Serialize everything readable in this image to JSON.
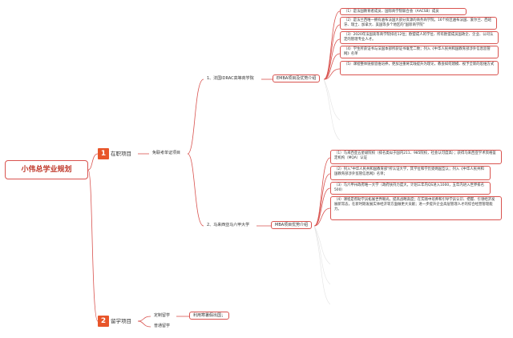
{
  "root": "小伟总学业规划",
  "categories": [
    {
      "num": "1",
      "label": "在职项目"
    },
    {
      "num": "2",
      "label": "留学项目"
    }
  ],
  "cat1_child": "免联考单证项目",
  "schools": [
    {
      "name": "1、法国IDRAC高等商学院",
      "detail": "EMBA项目及优势介绍"
    },
    {
      "name": "2、马来西亚马六甲大学",
      "detail": "MBA项目优势介绍"
    }
  ],
  "idrac_points": [
    "（1）是法国教育者成员、国际商学院联合会（AACSB）成员",
    "（2）是法兰西唯一拥有遍布法国大部分资源的商务商学院。16个校区遍布法国、爱尔兰、西班牙、瑞士、加拿大、美国等多个地区的\"国际商学院\"",
    "（3）2020年法国高等商学院排名12位；欧盟成人的学位、所有欧盟成员国政企、企业、公司认定的管理专业人才。",
    "（4）学生所获证书与法国本部所获证书毫无二致；列入《中华人民共和国教育部涉外信息监管网》名单",
    "（5）课程整体链接思维培养，更加注重将实践提升为理论，教会如何建模、视予全新的思维方式"
  ],
  "mjiit_points": [
    "（1）马来西亚五星级院校（排名类似于国内211、985院校，社会认可度高）；获得马来西亚学术资格鉴定机构（MQA）认证",
    "（2）列入\"中华人民共和国教育部\"所认证大学，其学位和学历受两国互认；列入《中华人民共和国教育部涉外监管信息网》名单；",
    "（3）马六甲州政府唯一大学（政府扶持力度大，计划三年内QS进入1000，五年内进入世界排名500）",
    "（4）课程是帮助学员拓展世界眼光，提高战略高度；在实践中培养和引导学员认识、把握、引领经济发展新常态，在新时期发展实体经济等方面做更大贡献；进一步提升企业高层管理人才的综合经营管理能力。"
  ],
  "study_abroad": [
    {
      "label": "定制留学",
      "detail": "利用寒暑假出国；"
    },
    {
      "label": "普通留学",
      "detail": ""
    }
  ],
  "colors": {
    "accent": "#e8552a",
    "line": "#d9534f",
    "title": "#c0392b"
  }
}
